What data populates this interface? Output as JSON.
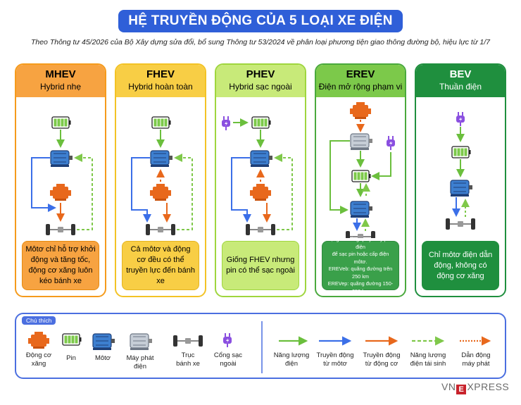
{
  "title": "HỆ TRUYỀN ĐỘNG CỦA 5 LOẠI XE ĐIỆN HÓA",
  "subtitle": "Theo Thông tư 45/2026 của Bộ Xây dựng sửa đổi, bổ sung Thông tư 53/2024 về phân loại phương tiện giao thông đường bộ, hiệu lực từ 1/7",
  "colors": {
    "electric": "#6bbf3d",
    "motor": "#3b6fe8",
    "engine": "#e8681c",
    "regen": "#7fc84a",
    "generator": "#e8681c"
  },
  "cards": [
    {
      "code": "MHEV",
      "name": "Hybrid nhẹ",
      "desc": "Môtơ chỉ hỗ trợ khởi động và tăng tốc, động cơ xăng luôn kéo bánh xe"
    },
    {
      "code": "FHEV",
      "name": "Hybrid hoàn toàn",
      "desc": "Cả môtơ và động cơ đều có thể truyền lực đến bánh xe"
    },
    {
      "code": "PHEV",
      "name": "Hybrid sạc ngoài",
      "desc": "Giống FHEV nhưng pin có thể sạc ngoài"
    },
    {
      "code": "EREV",
      "name": "Điện mở rộng phạm vi",
      "desc_lines": [
        "Động cơ xăng quay máy phát điện",
        "để sạc pin hoặc cấp điện môtơ.",
        "EREVeb: quãng đường trên 250 km",
        "EREVep: quãng đường 150-250 km"
      ]
    },
    {
      "code": "BEV",
      "name": "Thuần điện",
      "desc": "Chỉ môtơ điện dẫn động, không có động cơ xăng"
    }
  ],
  "legend": {
    "tag": "Chú thích",
    "items": [
      {
        "icon": "engine-icon",
        "label_1": "Động cơ",
        "label_2": "xăng"
      },
      {
        "icon": "battery-icon",
        "label_1": "Pin",
        "label_2": ""
      },
      {
        "icon": "motor-icon",
        "label_1": "Môtơ",
        "label_2": ""
      },
      {
        "icon": "generator-icon",
        "label_1": "Máy phát",
        "label_2": "điện"
      },
      {
        "icon": "axle-icon",
        "label_1": "Trục",
        "label_2": "bánh xe"
      },
      {
        "icon": "plug-icon",
        "label_1": "Cổng sạc",
        "label_2": "ngoài"
      }
    ],
    "arrows": [
      {
        "type": "electric",
        "label_1": "Năng lượng",
        "label_2": "điện"
      },
      {
        "type": "motor",
        "label_1": "Truyền động",
        "label_2": "từ môtơ"
      },
      {
        "type": "engine",
        "label_1": "Truyền động",
        "label_2": "từ động cơ"
      },
      {
        "type": "regen",
        "label_1": "Năng lượng",
        "label_2": "điện tái sinh"
      },
      {
        "type": "generator",
        "label_1": "Dẫn động",
        "label_2": "máy phát"
      }
    ]
  },
  "logo": {
    "left": "VN",
    "mark": "E",
    "right": "XPRESS"
  }
}
